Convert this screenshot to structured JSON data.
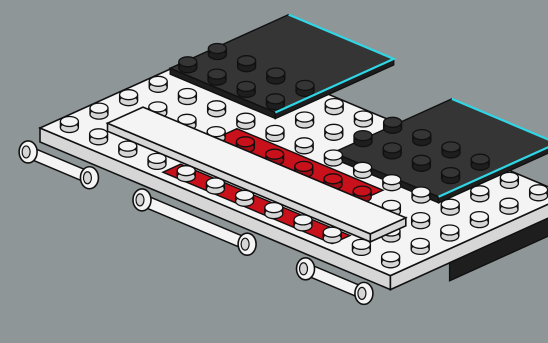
{
  "scene": {
    "background": "#8e9698",
    "outline": "#111111",
    "colors": {
      "white_top": "#f4f4f4",
      "white_side": "#d6d6d6",
      "dark_top": "#353535",
      "dark_side": "#1e1e1e",
      "red": "#c8111b",
      "highlight": "#2fd6e6"
    },
    "parts": {
      "base_plate": "white-plate-with-studs",
      "dark_plates": 2,
      "red_tiles": 1,
      "long_tile": "white-1x8-tile",
      "clip_bars": 3
    }
  }
}
